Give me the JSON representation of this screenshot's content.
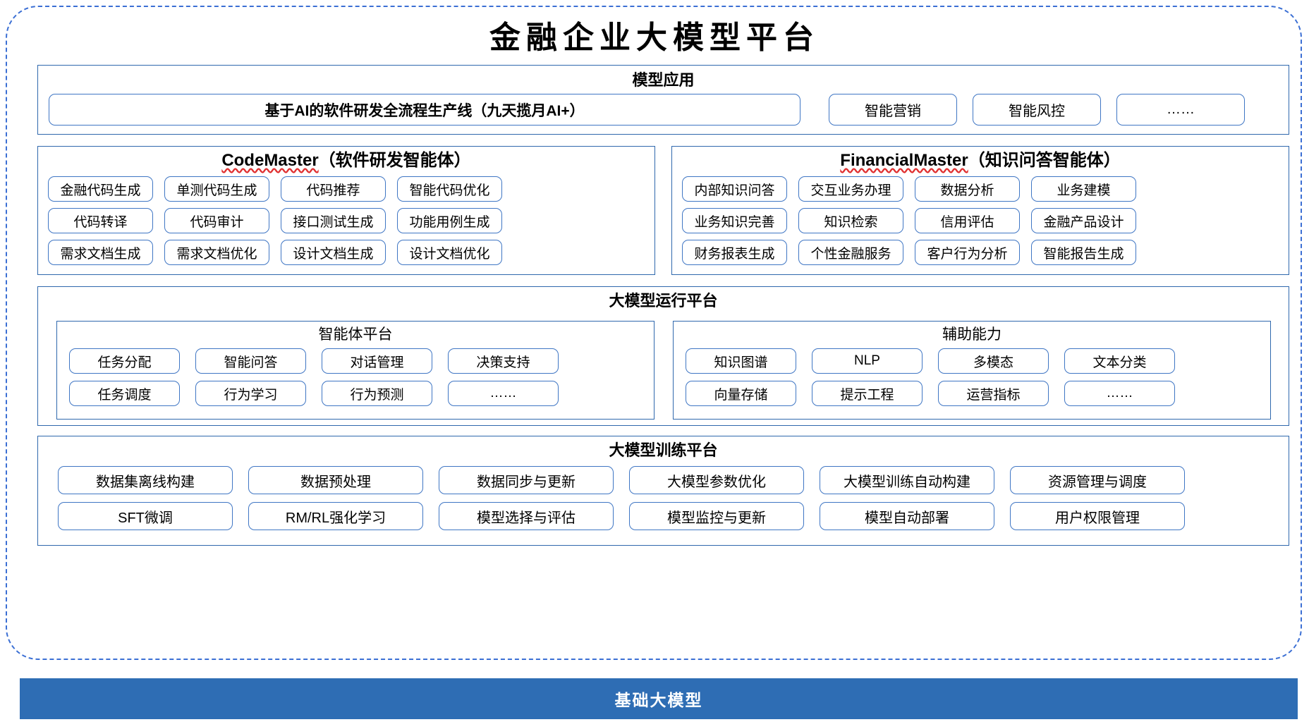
{
  "page": {
    "title": "金融企业大模型平台"
  },
  "model_application": {
    "title": "模型应用",
    "banner": "基于AI的软件研发全流程生产线（九天揽月AI+）",
    "chips": [
      "智能营销",
      "智能风控",
      "……"
    ]
  },
  "agents": [
    {
      "name": "CodeMaster",
      "name_suffix": "（软件研发智能体）",
      "rows": [
        [
          "金融代码生成",
          "单测代码生成",
          "代码推荐",
          "智能代码优化"
        ],
        [
          "代码转译",
          "代码审计",
          "接口测试生成",
          "功能用例生成"
        ],
        [
          "需求文档生成",
          "需求文档优化",
          "设计文档生成",
          "设计文档优化"
        ]
      ]
    },
    {
      "name": "FinancialMaster",
      "name_suffix": "（知识问答智能体）",
      "rows": [
        [
          "内部知识问答",
          "交互业务办理",
          "数据分析",
          "业务建模"
        ],
        [
          "业务知识完善",
          "知识检索",
          "信用评估",
          "金融产品设计"
        ],
        [
          "财务报表生成",
          "个性金融服务",
          "客户行为分析",
          "智能报告生成"
        ]
      ]
    }
  ],
  "runtime_platform": {
    "title": "大模型运行平台",
    "sections": [
      {
        "title": "智能体平台",
        "rows": [
          [
            "任务分配",
            "智能问答",
            "对话管理",
            "决策支持"
          ],
          [
            "任务调度",
            "行为学习",
            "行为预测",
            "……"
          ]
        ]
      },
      {
        "title": "辅助能力",
        "rows": [
          [
            "知识图谱",
            "NLP",
            "多模态",
            "文本分类"
          ],
          [
            "向量存储",
            "提示工程",
            "运营指标",
            "……"
          ]
        ]
      }
    ]
  },
  "training_platform": {
    "title": "大模型训练平台",
    "rows": [
      [
        "数据集离线构建",
        "数据预处理",
        "数据同步与更新",
        "大模型参数优化",
        "大模型训练自动构建",
        "资源管理与调度"
      ],
      [
        "SFT微调",
        "RM/RL强化学习",
        "模型选择与评估",
        "模型监控与更新",
        "模型自动部署",
        "用户权限管理"
      ]
    ]
  },
  "footer": {
    "label": "基础大模型"
  },
  "colors": {
    "panel_border": "#2f68ad",
    "chip_border": "#3f76c4",
    "outer_dashed": "#3b6fd4",
    "footer_bg": "#2e6db4",
    "spellcheck_underline": "#e03131"
  }
}
